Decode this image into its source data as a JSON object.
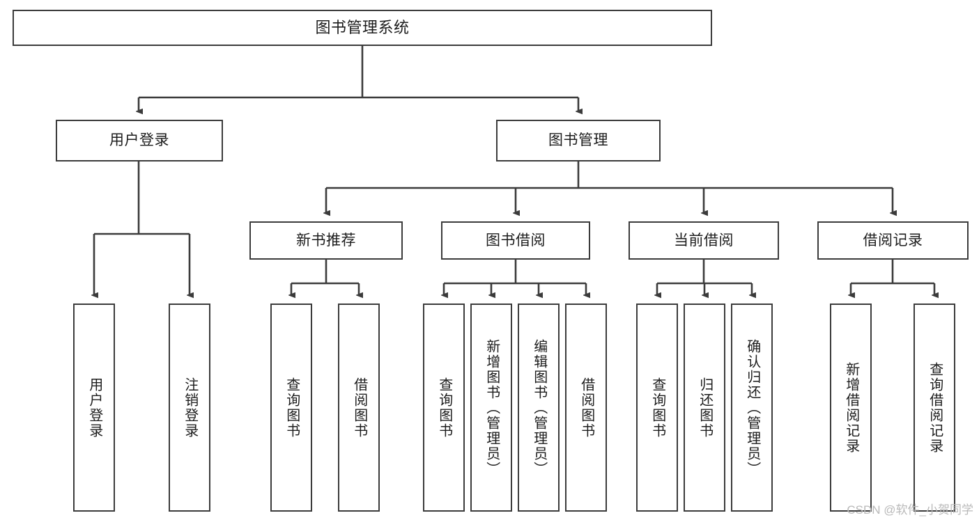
{
  "diagram": {
    "type": "tree",
    "title": "图书管理系统",
    "orientation": "top-down",
    "edge_style": "orthogonal-arrow",
    "colors": {
      "box_border": "#3b3b3b",
      "box_fill": "#ffffff",
      "line": "#3b3b3b",
      "text": "#1c1c1c",
      "watermark": "#b9b9b9"
    }
  },
  "root": {
    "label": "图书管理系统"
  },
  "level2": [
    {
      "label": "用户登录"
    },
    {
      "label": "图书管理"
    }
  ],
  "level3": [
    {
      "label": "新书推荐"
    },
    {
      "label": "图书借阅"
    },
    {
      "label": "当前借阅"
    },
    {
      "label": "借阅记录"
    }
  ],
  "leaves": {
    "user_login": [
      {
        "label": "用户登录"
      },
      {
        "label": "注销登录"
      }
    ],
    "new_book_recommend": [
      {
        "label": "查询图书"
      },
      {
        "label": "借阅图书"
      }
    ],
    "book_borrow": [
      {
        "label": "查询图书"
      },
      {
        "label": "新增图书（管理员）"
      },
      {
        "label": "编辑图书（管理员）"
      },
      {
        "label": "借阅图书"
      }
    ],
    "current_borrow": [
      {
        "label": "查询图书"
      },
      {
        "label": "归还图书"
      },
      {
        "label": "确认归还（管理员）"
      }
    ],
    "borrow_record": [
      {
        "label": "新增借阅记录"
      },
      {
        "label": "查询借阅记录"
      }
    ]
  },
  "watermark": {
    "text": "CSDN @软件_小贺同学"
  }
}
